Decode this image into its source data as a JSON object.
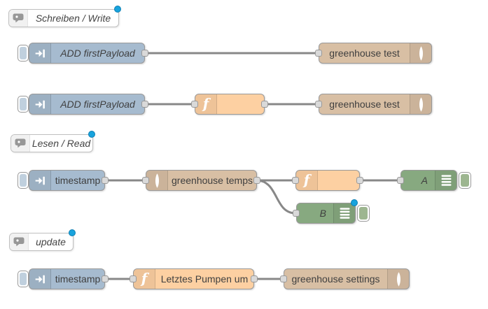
{
  "app": {
    "name": "Node-RED flow editor canvas"
  },
  "colors": {
    "inject_node": "#a6bbcf",
    "function_node": "#fdd0a2",
    "storage_node": "#d8bfa4",
    "debug_node": "#87a980",
    "wire": "#888888",
    "changed_dot": "#18a3dd"
  },
  "comments": [
    {
      "label": "Schreiben / Write",
      "changed": true
    },
    {
      "label": "Lesen / Read",
      "changed": true
    },
    {
      "label": "update",
      "changed": true
    }
  ],
  "nodes": {
    "inject_add_1": {
      "label": "ADD firstPayload",
      "type": "inject",
      "icon": "inject-arrow-icon"
    },
    "storage_test_1": {
      "label": "greenhouse test",
      "type": "storage",
      "icon": "leaf-icon"
    },
    "inject_add_2": {
      "label": "ADD firstPayload",
      "type": "inject",
      "icon": "inject-arrow-icon"
    },
    "function_blank_1": {
      "label": "",
      "type": "function",
      "icon": "function-f-icon"
    },
    "storage_test_2": {
      "label": "greenhouse test",
      "type": "storage",
      "icon": "leaf-icon"
    },
    "inject_timestamp_1": {
      "label": "timestamp",
      "type": "inject",
      "icon": "inject-arrow-icon"
    },
    "storage_temps": {
      "label": "greenhouse temps",
      "type": "storage",
      "icon": "leaf-icon"
    },
    "function_blank_2": {
      "label": "",
      "type": "function",
      "icon": "function-f-icon"
    },
    "debug_a": {
      "label": "A",
      "type": "debug",
      "icon": "debug-list-icon"
    },
    "debug_b": {
      "label": "B",
      "type": "debug",
      "icon": "debug-list-icon",
      "changed": true
    },
    "inject_timestamp_2": {
      "label": "timestamp",
      "type": "inject",
      "icon": "inject-arrow-icon"
    },
    "function_letztes": {
      "label": "Letztes Pumpen um",
      "type": "function",
      "icon": "function-f-icon"
    },
    "storage_settings": {
      "label": "greenhouse settings",
      "type": "storage",
      "icon": "leaf-icon"
    }
  }
}
